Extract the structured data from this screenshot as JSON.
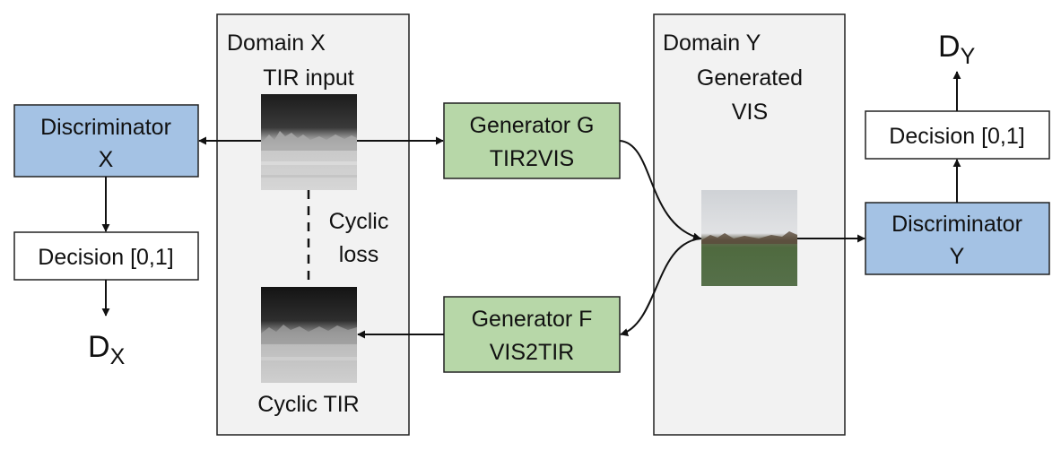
{
  "domain_x": {
    "title": "Domain X",
    "input_label": "TIR input",
    "cyclic_label": "Cyclic TIR",
    "loss_line1": "Cyclic",
    "loss_line2": "loss"
  },
  "domain_y": {
    "title": "Domain Y",
    "gen_line1": "Generated",
    "gen_line2": "VIS"
  },
  "generator_g": {
    "line1": "Generator G",
    "line2": "TIR2VIS"
  },
  "generator_f": {
    "line1": "Generator F",
    "line2": "VIS2TIR"
  },
  "discriminator_x": {
    "line1": "Discriminator",
    "line2": "X"
  },
  "discriminator_y": {
    "line1": "Discriminator",
    "line2": "Y"
  },
  "decision_x": "Decision [0,1]",
  "decision_y": "Decision [0,1]",
  "output_x": {
    "main": "D",
    "sub": "X"
  },
  "output_y": {
    "main": "D",
    "sub": "Y"
  },
  "colors": {
    "domain_panel": "#f2f2f2",
    "generator": "#b7d7a8",
    "discriminator": "#a4c2e4",
    "decision": "#ffffff"
  }
}
